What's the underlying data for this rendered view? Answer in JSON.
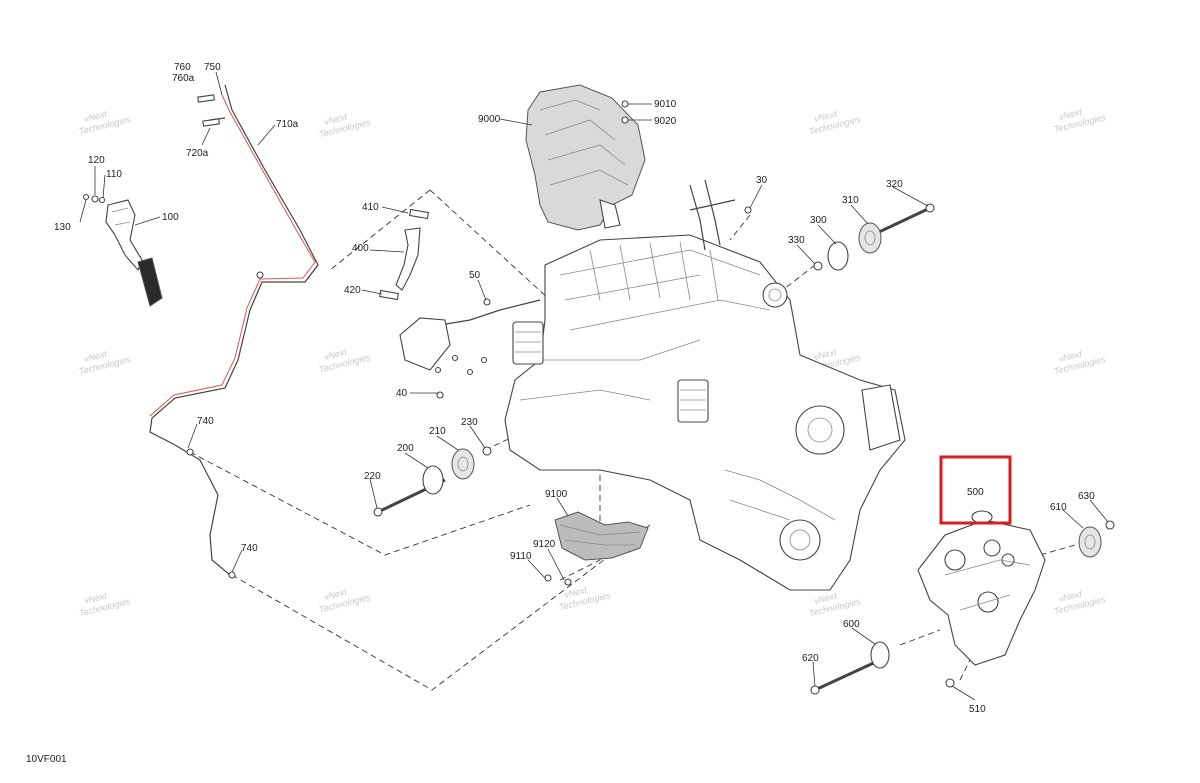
{
  "diagram": {
    "code": "10VF001",
    "highlight_color": "#d81e1e",
    "highlight_label": "500",
    "watermark_line1": "vNext",
    "watermark_line2": "Technologies",
    "callouts": {
      "c760": "760",
      "c760a": "760a",
      "c750": "750",
      "c710a": "710a",
      "c720a": "720a",
      "c120": "120",
      "c110": "110",
      "c130": "130",
      "c100": "100",
      "c740a": "740",
      "c740b": "740",
      "c9000": "9000",
      "c9010": "9010",
      "c9020": "9020",
      "c410": "410",
      "c400": "400",
      "c420": "420",
      "c50": "50",
      "c40": "40",
      "c30": "30",
      "c320": "320",
      "c310": "310",
      "c300": "300",
      "c330": "330",
      "c230": "230",
      "c210": "210",
      "c200": "200",
      "c220": "220",
      "c9100": "9100",
      "c9120": "9120",
      "c9110": "9110",
      "c630": "630",
      "c610": "610",
      "c600": "600",
      "c620": "620",
      "c510": "510"
    }
  }
}
